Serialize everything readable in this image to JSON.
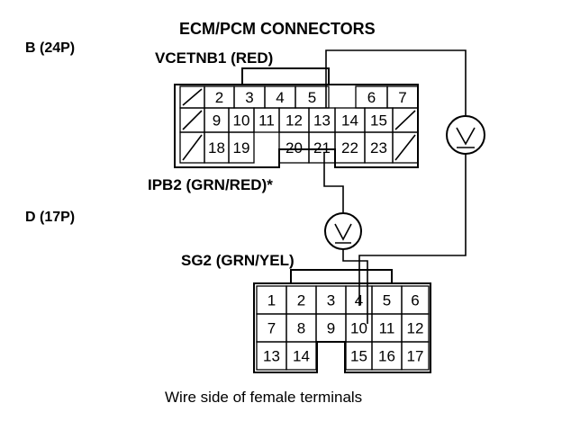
{
  "title": "ECM/PCM CONNECTORS",
  "connector_b": {
    "label": "B (24P)",
    "wire_top": "VCETNB1 (RED)",
    "wire_bottom": "IPB2 (GRN/RED)*",
    "rows": [
      [
        "/",
        "2",
        "3",
        "4",
        "5",
        "",
        "6",
        "7"
      ],
      [
        "/",
        "9",
        "10",
        "11",
        "12",
        "13",
        "14",
        "15",
        "/"
      ],
      [
        "/",
        "18",
        "19",
        "",
        "20",
        "21",
        "22",
        "23",
        "/"
      ]
    ]
  },
  "connector_d": {
    "label": "D (17P)",
    "wire_top": "SG2 (GRN/YEL)",
    "rows": [
      [
        "1",
        "2",
        "3",
        "4",
        "5",
        "6"
      ],
      [
        "7",
        "8",
        "9",
        "10",
        "11",
        "12"
      ],
      [
        "13",
        "14",
        "",
        "15",
        "16",
        "17"
      ]
    ]
  },
  "meter_icon": "voltmeter-icon",
  "caption": "Wire side of female terminals"
}
